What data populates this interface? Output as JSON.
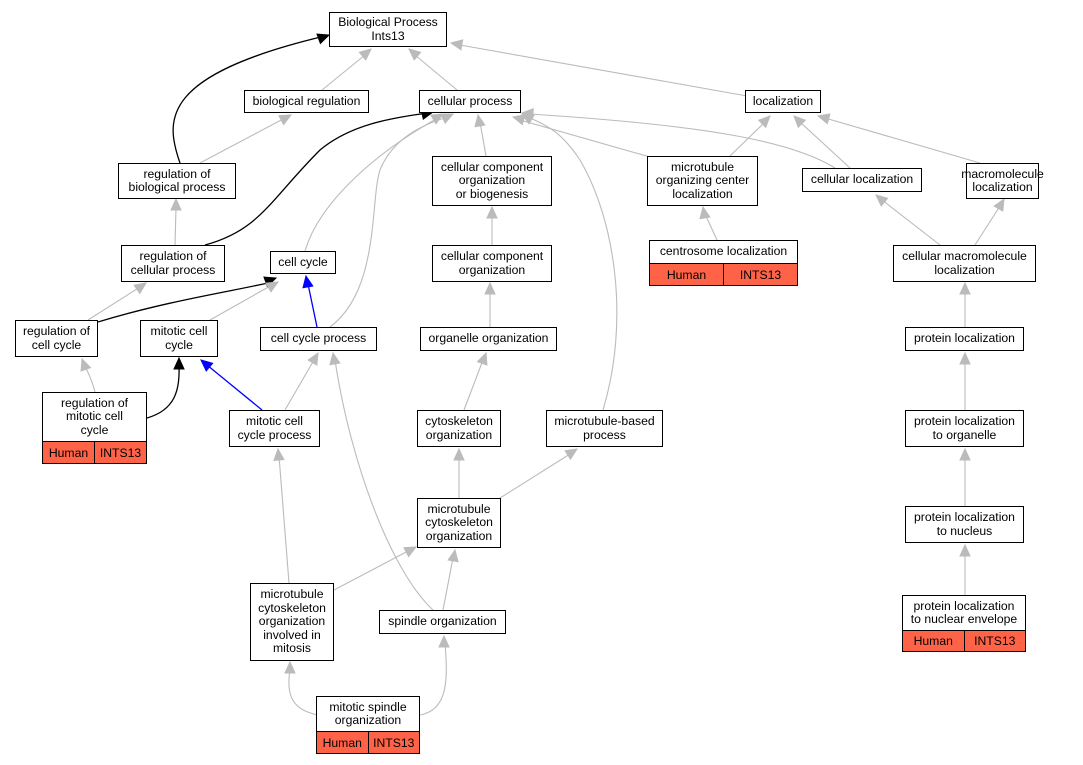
{
  "colors": {
    "edge": "#bbbbbb",
    "highlight": "#000000",
    "blue": "#0000ff",
    "annotation": "#ff6347"
  },
  "nodes": {
    "bp": "Biological Process\nInts13",
    "bio_reg": "biological regulation",
    "cell_proc": "cellular process",
    "localization": "localization",
    "reg_bio": "regulation of\nbiological process",
    "ccob": "cellular component\norganization\nor biogenesis",
    "mtoc_loc": "microtubule\norganizing center\nlocalization",
    "cell_loc": "cellular localization",
    "macro_loc": "macromolecule\nlocalization",
    "reg_cell": "regulation of\ncellular process",
    "cell_cycle": "cell cycle",
    "cco": "cellular component\norganization",
    "centrosome": "centrosome localization",
    "cmacro_loc": "cellular macromolecule\nlocalization",
    "reg_cc": "regulation of\ncell cycle",
    "mitotic_cc": "mitotic cell\ncycle",
    "ccp": "cell cycle process",
    "organelle_org": "organelle organization",
    "prot_loc": "protein localization",
    "reg_mcc": "regulation of\nmitotic cell\ncycle",
    "mccp": "mitotic cell\ncycle process",
    "cyto_org": "cytoskeleton\norganization",
    "mt_proc": "microtubule-based\nprocess",
    "prot_loc_org": "protein localization\nto organelle",
    "mt_cyto": "microtubule\ncytoskeleton\norganization",
    "prot_loc_nuc": "protein localization\nto nucleus",
    "mt_mitosis": "microtubule\ncytoskeleton\norganization\ninvolved in\nmitosis",
    "spindle_org": "spindle organization",
    "prot_loc_ne": "protein localization\nto nuclear envelope",
    "mitotic_spindle": "mitotic spindle\norganization"
  },
  "annotations": {
    "reg_mcc": {
      "species": "Human",
      "gene": "INTS13"
    },
    "centrosome": {
      "species": "Human",
      "gene": "INTS13"
    },
    "prot_loc_ne": {
      "species": "Human",
      "gene": "INTS13"
    },
    "mitotic_spindle": {
      "species": "Human",
      "gene": "INTS13"
    }
  }
}
